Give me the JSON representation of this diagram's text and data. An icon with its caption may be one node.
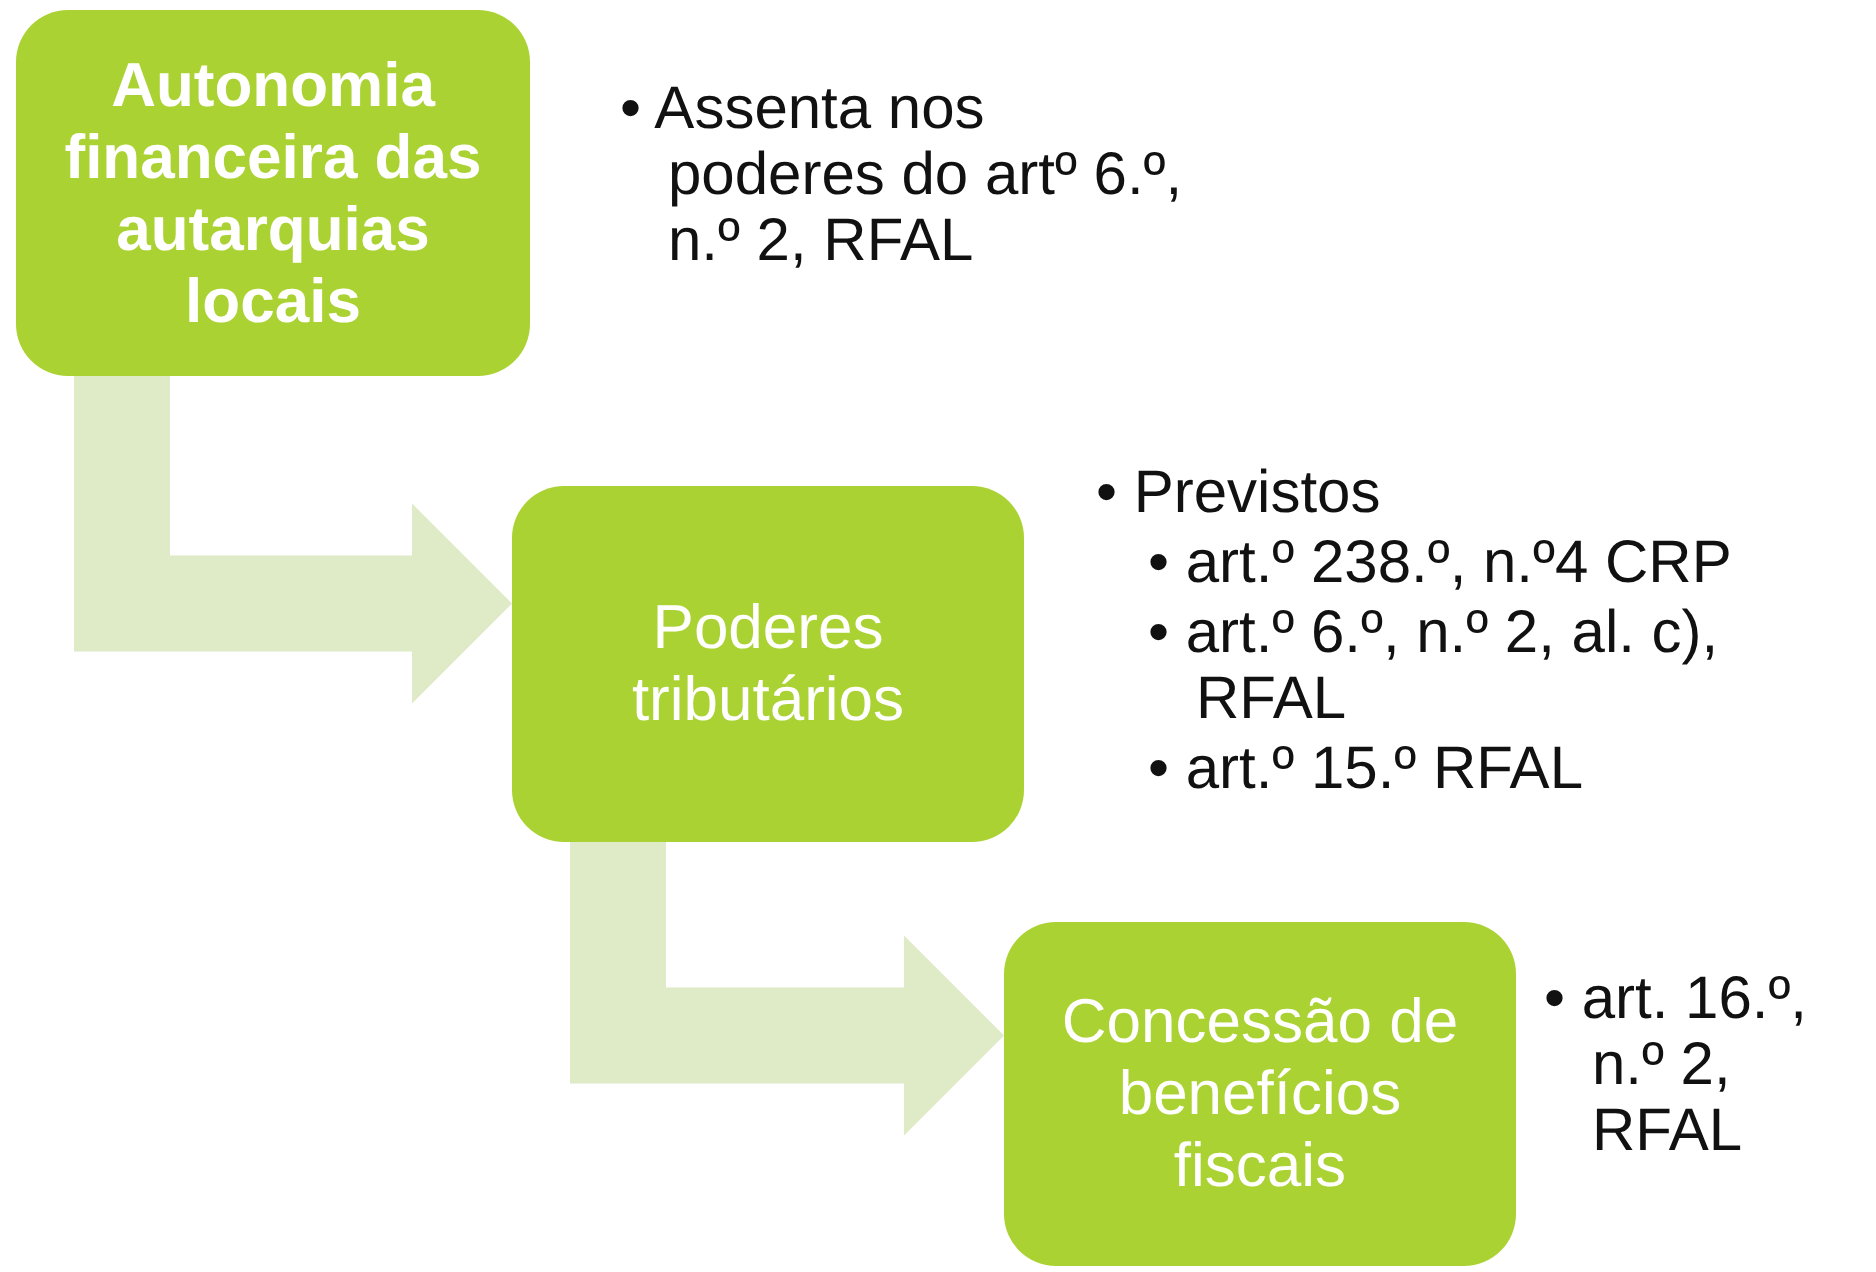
{
  "diagram": {
    "nodes": [
      {
        "text": [
          "Autonomia financeira das autarquias locais"
        ],
        "beside": [
          "• Assenta nos poderes do artº 6.º, n.º 2, RFAL"
        ]
      },
      {
        "text": [
          "Poderes tributários"
        ],
        "beside": [
          "• Previstos",
          "• art.º 238.º, n.º4 CRP",
          "• art.º 6.º, n.º 2, al. c), RFAL",
          "• art.º 15.º RFAL"
        ]
      },
      {
        "text": [
          "Concessão de benefícios fiscais"
        ],
        "beside": [
          "• art. 16.º, n.º 2, RFAL"
        ]
      }
    ],
    "edges": [
      {
        "from": 0,
        "to": 1,
        "arrow": "to"
      },
      {
        "from": 1,
        "to": 2,
        "arrow": "to"
      }
    ]
  }
}
